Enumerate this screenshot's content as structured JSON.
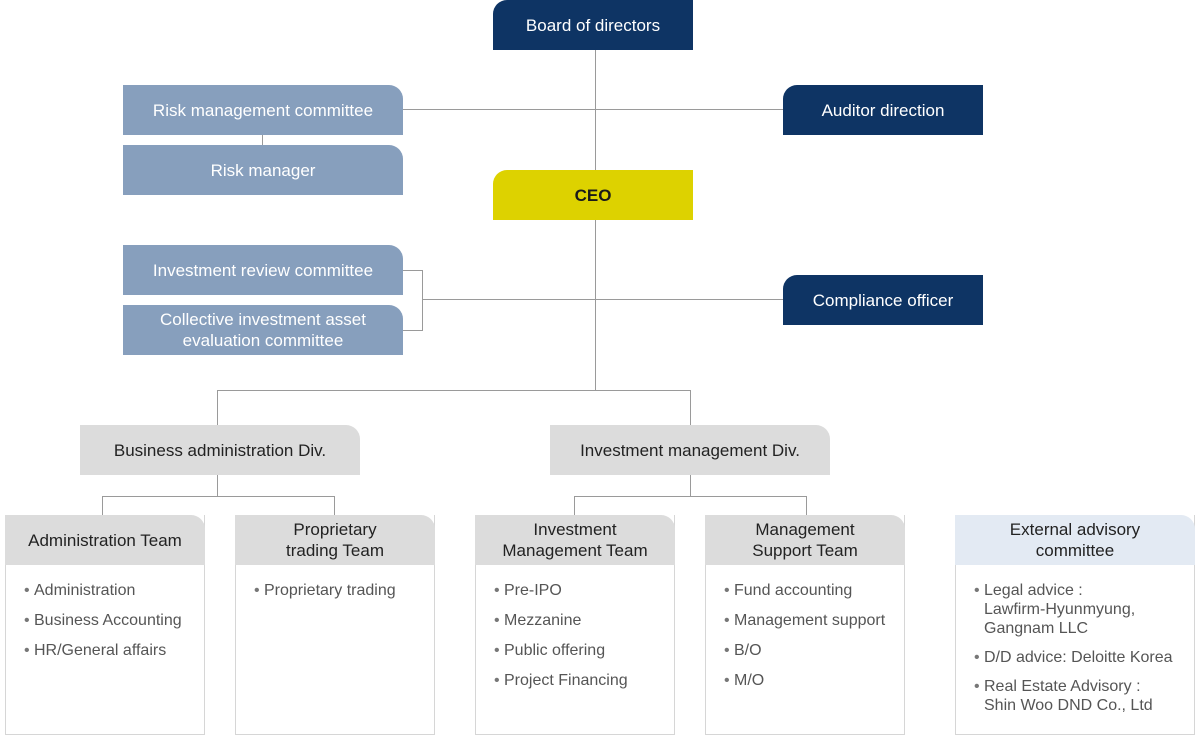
{
  "top": {
    "board": "Board of directors",
    "risk_committee": "Risk management committee",
    "risk_manager": "Risk manager",
    "auditor": "Auditor direction",
    "ceo": "CEO",
    "investment_review": "Investment review committee",
    "collective_line1": "Collective investment asset",
    "collective_line2": "evaluation committee",
    "compliance": "Compliance officer"
  },
  "divisions": {
    "business_admin": "Business administration Div.",
    "investment_mgmt": "Investment management Div."
  },
  "teams": [
    {
      "title_lines": [
        "Administration Team"
      ],
      "items": [
        "Administration",
        "Business Accounting",
        "HR/General affairs"
      ]
    },
    {
      "title_lines": [
        "Proprietary",
        "trading Team"
      ],
      "items": [
        "Proprietary trading"
      ]
    },
    {
      "title_lines": [
        "Investment",
        "Management Team"
      ],
      "items": [
        "Pre-IPO",
        "Mezzanine",
        "Public offering",
        "Project Financing"
      ]
    },
    {
      "title_lines": [
        "Management",
        "Support Team"
      ],
      "items": [
        "Fund accounting",
        "Management support",
        "B/O",
        "M/O"
      ]
    }
  ],
  "external": {
    "title_lines": [
      "External advisory",
      "committee"
    ],
    "items": [
      [
        "Legal advice :",
        "Lawfirm-Hyunmyung,",
        "Gangnam LLC"
      ],
      [
        "D/D advice: Deloitte Korea"
      ],
      [
        "Real Estate Advisory :",
        "Shin Woo DND Co., Ltd"
      ]
    ]
  },
  "colors": {
    "navy": "#0e3464",
    "steel_blue": "#879fbd",
    "ceo_yellow": "#ddd200",
    "division_gray": "#dcdcdc",
    "external_header": "#e3eaf3"
  }
}
